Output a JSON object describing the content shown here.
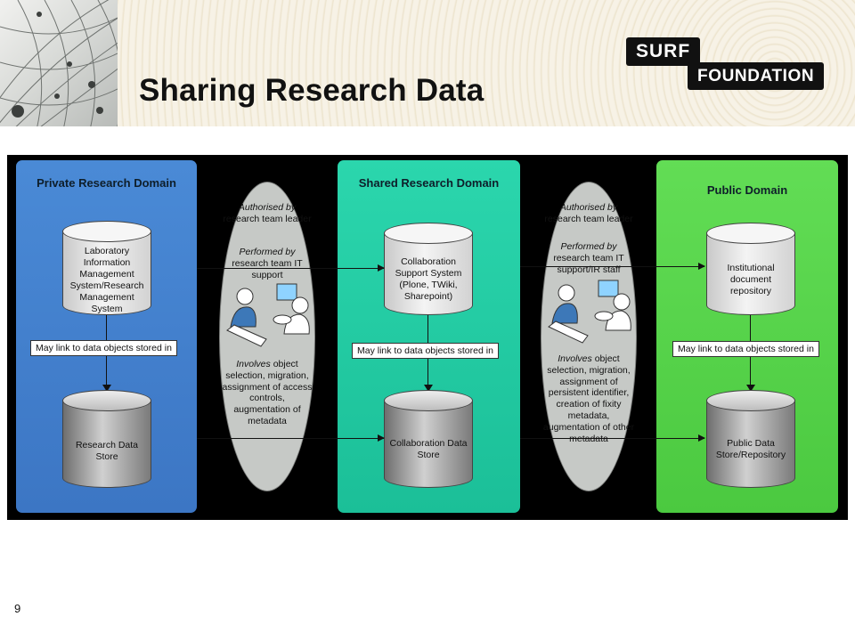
{
  "header": {
    "title": "Sharing Research Data",
    "logo": {
      "top": "SURF",
      "bottom": "FOUNDATION"
    }
  },
  "diagram": {
    "private": {
      "title": "Private Research Domain",
      "system_db": "Laboratory Information Management System/Research Management System",
      "link_note": "May link to data objects stored in",
      "store_db": "Research Data Store",
      "color": "#3f7cc9"
    },
    "transfer_1": {
      "authorised_label": "Authorised by",
      "authorised_value": "research team leader",
      "performed_label": "Performed by",
      "performed_value": "research team IT support",
      "involves_label": "Involves",
      "involves_value": "object selection, migration, assignment of access controls, augmentation of metadata"
    },
    "shared": {
      "title": "Shared Research Domain",
      "system_db": "Collaboration Support System (Plone, TWiki, Sharepoint)",
      "link_note": "May link to data objects stored in",
      "store_db": "Collaboration Data Store",
      "color": "#20c79f"
    },
    "transfer_2": {
      "authorised_label": "Authorised by",
      "authorised_value": "research team leader",
      "performed_label": "Performed by",
      "performed_value": "research team IT support/IR staff",
      "involves_label": "Involves",
      "involves_value": "object selection, migration, assignment of persistent identifier, creation of fixity metadata, augmentation of other metadata"
    },
    "public": {
      "title": "Public Domain",
      "system_db": "Institutional document repository",
      "link_note": "May link to data objects stored in",
      "store_db": "Public Data Store/Repository",
      "color": "#55d14a"
    }
  },
  "page_number": "9"
}
